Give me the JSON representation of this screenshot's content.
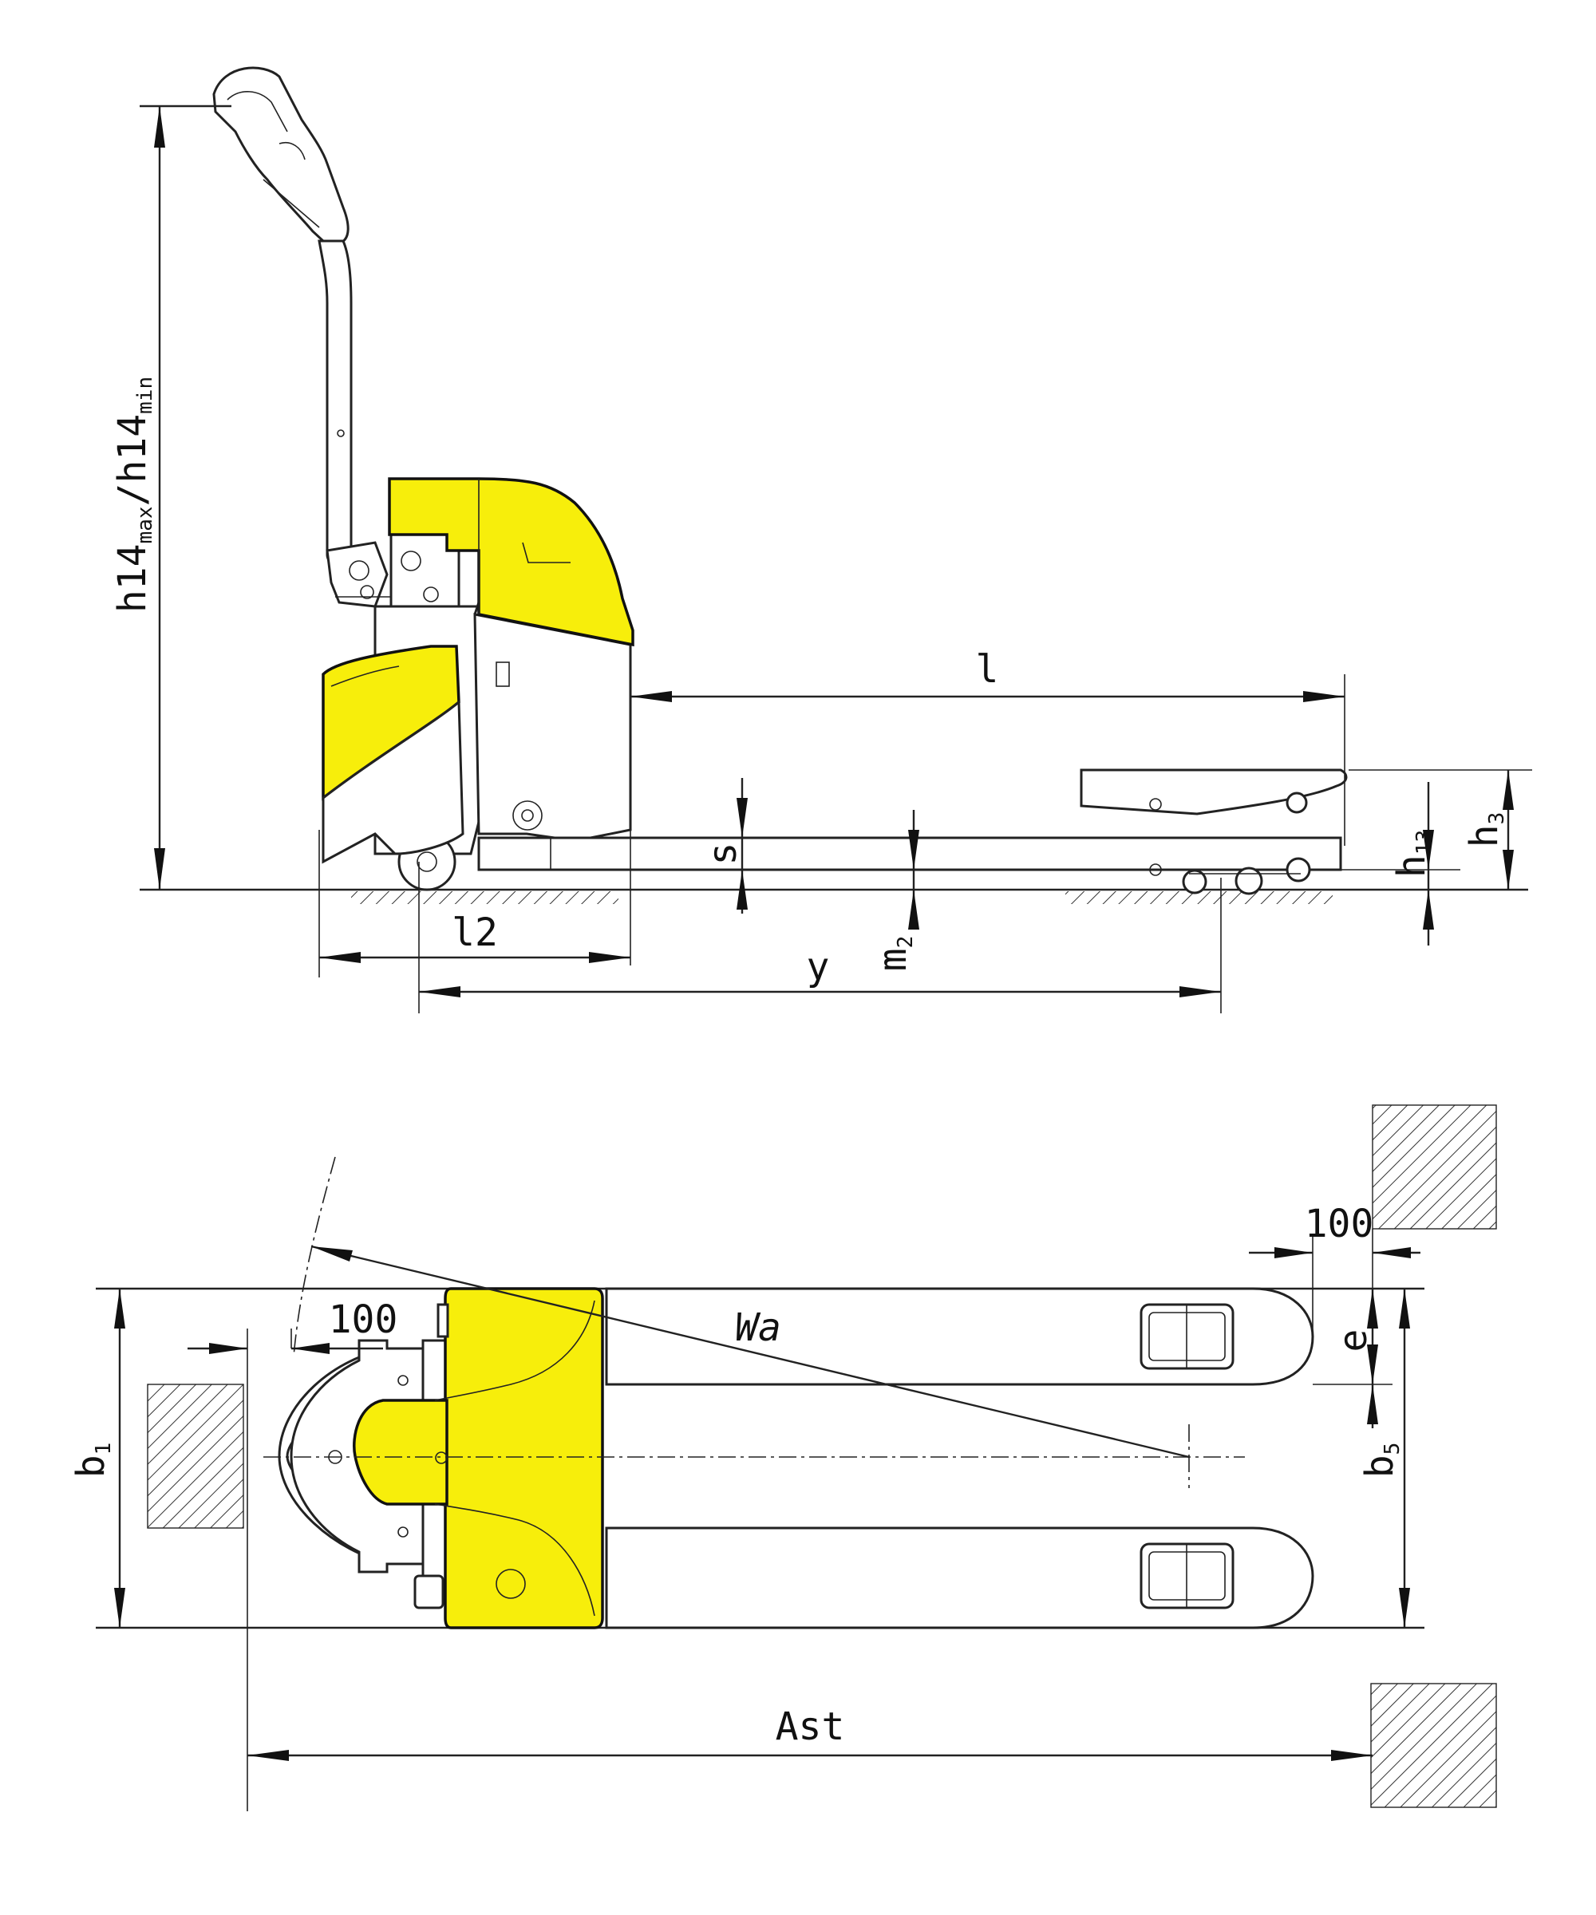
{
  "colors": {
    "accent": "#f7ee0b",
    "line": "#222222",
    "background": "#ffffff"
  },
  "side_view": {
    "labels": {
      "h14": "h14max/h14min",
      "h14_main": "h14",
      "h14_sub_max": "max",
      "h14_sub_min": "min",
      "l": "l",
      "l2": "l2",
      "y": "y",
      "s": "s",
      "m2_main": "m",
      "m2_sub": "2",
      "h13_main": "h",
      "h13_sub": "13",
      "h3_main": "h",
      "h3_sub": "3"
    }
  },
  "top_view": {
    "labels": {
      "wa": "Wa",
      "clearance_left": "100",
      "clearance_right": "100",
      "e": "e",
      "b1_main": "b",
      "b1_sub": "1",
      "b5_main": "b",
      "b5_sub": "5",
      "ast": "Ast"
    }
  }
}
